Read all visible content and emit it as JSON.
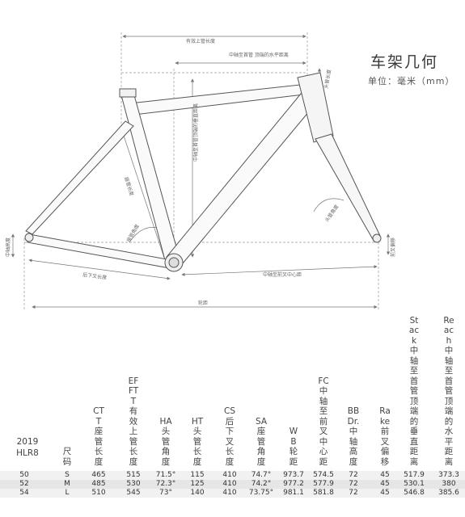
{
  "title": "车架几何",
  "unit": "单位：毫米（mm）",
  "diagram_labels": {
    "top_effective": "有效上管长度",
    "bb_to_head": "中轴至首管\n顶端的水平距离",
    "stack": "中轴至首管顶端的垂直距离",
    "seat_tube": "座管长度",
    "seat_angle": "座管角度",
    "head_tube": "头管长度",
    "head_angle": "头管角度",
    "fork_offset": "前叉偏移",
    "bb_drop": "中轴高度",
    "chainstay": "后下叉长度",
    "front_center": "中轴至前叉中心距",
    "wheelbase": "轮距"
  },
  "table": {
    "year_label": [
      "2019",
      "HLR8"
    ],
    "headers": [
      "尺码",
      "CTT座管长度",
      "EFFTT有效上管长度",
      "HA头管角度",
      "HT头管长度",
      "CS后下叉长度",
      "SA座管角度",
      "WB轮距",
      "FC中轴至前叉中心距",
      "BBDr.中轴高度",
      "Rake前叉偏移",
      "Stack中轴至首管顶端的垂直距离",
      "Reach中轴至首管顶端的水平距离"
    ],
    "rows": [
      {
        "row_label": "50",
        "cells": [
          "S",
          "465",
          "515",
          "71.5°",
          "115",
          "410",
          "74.7°",
          "973.7",
          "574.5",
          "72",
          "45",
          "517.9",
          "373.3"
        ]
      },
      {
        "row_label": "52",
        "cells": [
          "M",
          "485",
          "530",
          "72.3°",
          "125",
          "410",
          "74.2°",
          "977.2",
          "577.9",
          "72",
          "45",
          "530.1",
          "380"
        ]
      },
      {
        "row_label": "54",
        "cells": [
          "L",
          "510",
          "545",
          "73°",
          "140",
          "410",
          "73.75°",
          "981.1",
          "581.8",
          "72",
          "45",
          "546.8",
          "385.6"
        ]
      }
    ]
  }
}
